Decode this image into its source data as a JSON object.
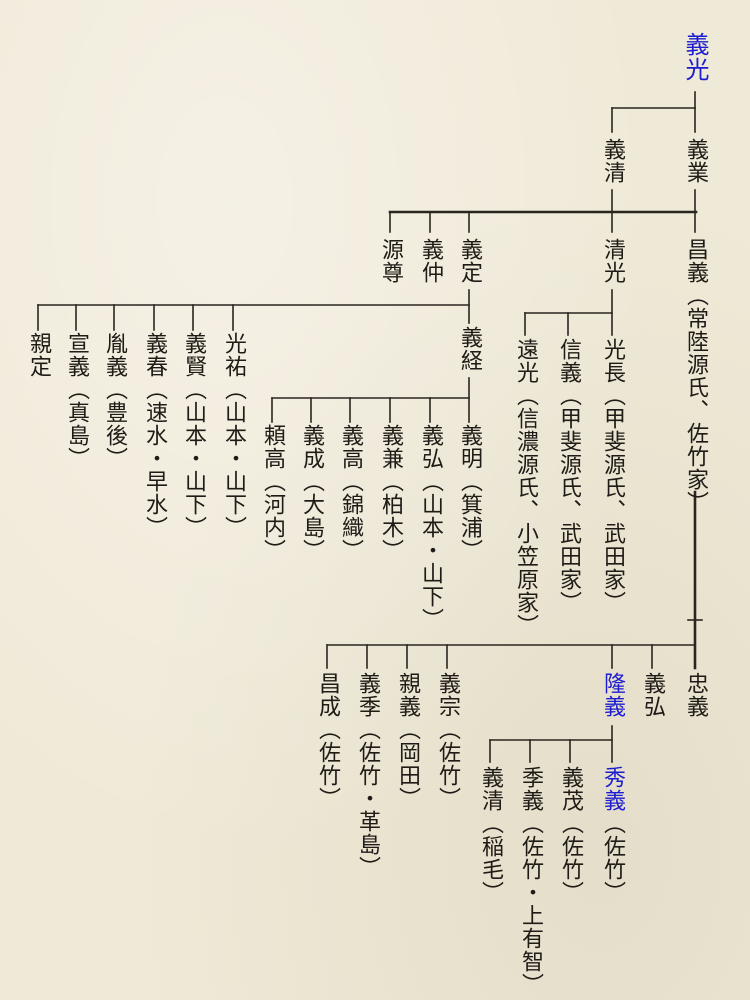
{
  "accent_color": "#1c1cd0",
  "line_color": "#2a251f",
  "nodes": {
    "yoshimitsu": {
      "name": "義光"
    },
    "yoshinari": {
      "name": "義業"
    },
    "yoshikiyo": {
      "name": "義清"
    },
    "masayoshi": {
      "name": "昌義",
      "note": "（常陸源氏、佐竹家）"
    },
    "kiyomitsu": {
      "name": "清光"
    },
    "yoshisada": {
      "name": "義定"
    },
    "yoshinaka": {
      "name": "義仲"
    },
    "genson": {
      "name": "源尊"
    },
    "mitsunaga": {
      "name": "光長",
      "note": "（甲斐源氏、武田家）"
    },
    "nobuyoshi": {
      "name": "信義",
      "note": "（甲斐源氏、武田家）"
    },
    "toomitsu": {
      "name": "遠光",
      "note": "（信濃源氏、小笠原家）"
    },
    "yoshitsune": {
      "name": "義経"
    },
    "mitsusuke": {
      "name": "光祐",
      "note": "（山本・山下）"
    },
    "yoshikata": {
      "name": "義賢",
      "note": "（山本・山下）"
    },
    "yoshiharu": {
      "name": "義春",
      "note": "（速水・早水）"
    },
    "tatsuyoshi": {
      "name": "胤義",
      "note": "（豊後）"
    },
    "nobuyoshi2": {
      "name": "宣義",
      "note": "（真島）"
    },
    "chikasada": {
      "name": "親定"
    },
    "yoshiaki": {
      "name": "義明",
      "note": "（箕浦）"
    },
    "yoshihiro": {
      "name": "義弘",
      "note": "（山本・山下）"
    },
    "yoshikane": {
      "name": "義兼",
      "note": "（柏木）"
    },
    "yoshitaka": {
      "name": "義高",
      "note": "（錦織）"
    },
    "yoshinari2": {
      "name": "義成",
      "note": "（大島）"
    },
    "yoritaka": {
      "name": "頼高",
      "note": "（河内）"
    },
    "tadayoshi": {
      "name": "忠義"
    },
    "yoshihiro2": {
      "name": "義弘"
    },
    "takayoshi": {
      "name": "隆義"
    },
    "yoshimune": {
      "name": "義宗",
      "note": "（佐竹）"
    },
    "chikayoshi": {
      "name": "親義",
      "note": "（岡田）"
    },
    "yoshisue": {
      "name": "義季",
      "note": "（佐竹・革島）"
    },
    "masanari": {
      "name": "昌成",
      "note": "（佐竹）"
    },
    "hideyoshi": {
      "name": "秀義",
      "note": "（佐竹）"
    },
    "yoshishige": {
      "name": "義茂",
      "note": "（佐竹）"
    },
    "sueyoshi": {
      "name": "季義",
      "note": "（佐竹・上有智）"
    },
    "yoshikiyo2": {
      "name": "義清",
      "note": "（稲毛）"
    }
  }
}
